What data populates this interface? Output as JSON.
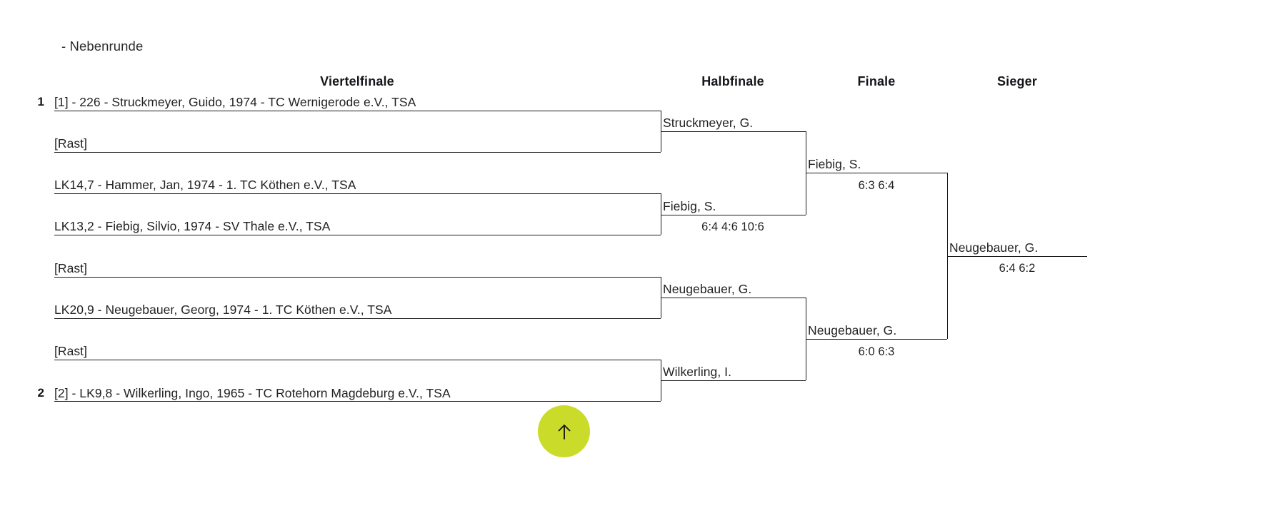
{
  "page": {
    "subtitle": "- Nebenrunde"
  },
  "rounds": {
    "quarterfinal_label": "Viertelfinale",
    "semifinal_label": "Halbfinale",
    "final_label": "Finale",
    "winner_label": "Sieger"
  },
  "quarterfinal": {
    "entries": [
      {
        "seed": "1",
        "text": "[1] - 226 - Struckmeyer, Guido, 1974 - TC Wernigerode e.V., TSA"
      },
      {
        "seed": "",
        "text": "[Rast]"
      },
      {
        "seed": "",
        "text": "LK14,7 - Hammer, Jan, 1974 - 1. TC Köthen e.V., TSA"
      },
      {
        "seed": "",
        "text": "LK13,2 - Fiebig, Silvio, 1974 - SV Thale e.V., TSA"
      },
      {
        "seed": "",
        "text": "[Rast]"
      },
      {
        "seed": "",
        "text": "LK20,9 - Neugebauer, Georg, 1974 - 1. TC Köthen e.V., TSA"
      },
      {
        "seed": "",
        "text": "[Rast]"
      },
      {
        "seed": "2",
        "text": "[2] - LK9,8 - Wilkerling, Ingo, 1965 - TC Rotehorn Magdeburg e.V., TSA"
      }
    ]
  },
  "semifinal": {
    "matches": [
      {
        "winner": "Struckmeyer, G.",
        "score": ""
      },
      {
        "winner": "Fiebig, S.",
        "score": "6:4 4:6 10:6"
      },
      {
        "winner": "Neugebauer, G.",
        "score": ""
      },
      {
        "winner": "Wilkerling, I.",
        "score": ""
      }
    ]
  },
  "final": {
    "matches": [
      {
        "winner": "Fiebig, S.",
        "score": "6:3 6:4"
      },
      {
        "winner": "Neugebauer, G.",
        "score": "6:0 6:3"
      }
    ]
  },
  "winner": {
    "name": "Neugebauer, G.",
    "score": "6:4 6:2"
  },
  "controls": {
    "scroll_top_icon": "arrow-up-icon",
    "scroll_top_color": "#cbdb2a"
  }
}
